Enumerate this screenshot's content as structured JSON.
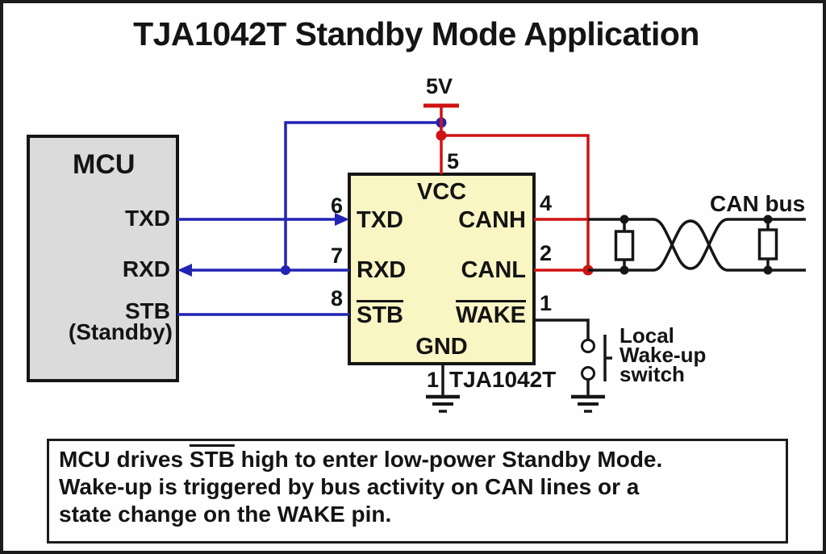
{
  "title": "TJA1042T Standby Mode Application",
  "supply": {
    "label": "5V"
  },
  "mcu": {
    "title": "MCU",
    "txd": "TXD",
    "rxd": "RXD",
    "stb": "STB",
    "stb_note": "(Standby)"
  },
  "transceiver": {
    "part_label": "TJA1042T",
    "vcc": {
      "pin": "5",
      "label": "VCC"
    },
    "txd": {
      "pin": "6",
      "label": "TXD"
    },
    "rxd": {
      "pin": "7",
      "label": "RXD"
    },
    "stb": {
      "pin": "8",
      "label": "STB"
    },
    "canh": {
      "pin": "4",
      "label": "CANH"
    },
    "canl": {
      "pin": "2",
      "label": "CANL"
    },
    "wake": {
      "pin": "1",
      "label": "WAKE"
    },
    "gnd": {
      "pin": "1",
      "label": "GND"
    }
  },
  "bus": {
    "label": "CAN bus"
  },
  "wake_switch": {
    "line1": "Local",
    "line2": "Wake-up",
    "line3": "switch"
  },
  "note": {
    "l1_pre": "MCU drives ",
    "l1_overline": "STB",
    "l1_post": " high to enter low-power Standby Mode.",
    "l2": "Wake-up is triggered by bus activity on CAN lines or a",
    "l3": "state change on the WAKE pin."
  },
  "colors": {
    "wire_blue": "#2323b4",
    "wire_red": "#d01212",
    "wire_black": "#161616",
    "chip_fill": "#f9f6c4",
    "mcu_fill": "#dbdbdb"
  }
}
